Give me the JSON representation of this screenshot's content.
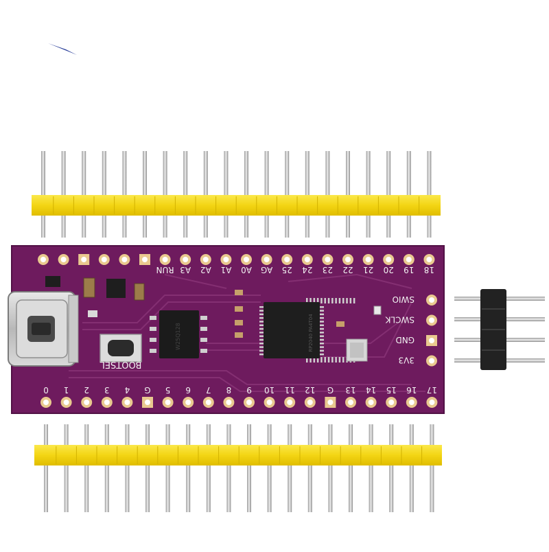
{
  "board": {
    "silkscreen_color": "#6e1b5e",
    "top_labels": [
      "RUN",
      "A3",
      "A2",
      "A1",
      "A0",
      "AG",
      "25",
      "24",
      "23",
      "22",
      "21",
      "20",
      "19",
      "18"
    ],
    "bottom_labels": [
      "0",
      "1",
      "2",
      "3",
      "4",
      "G",
      "5",
      "6",
      "7",
      "8",
      "9",
      "10",
      "11",
      "12",
      "G",
      "13",
      "14",
      "15",
      "16",
      "17"
    ],
    "side_labels": [
      "SWIO",
      "SWCLK",
      "GND",
      "3V3"
    ],
    "button_label": "BOOTSEL",
    "chip_text": "RP2040 PA4T04",
    "flash_text": "W25Q128"
  },
  "headers": {
    "plastic_color": "#f6dc1c",
    "pin_count_top": 20,
    "pin_count_bottom": 20,
    "pin_count_side": 4
  }
}
